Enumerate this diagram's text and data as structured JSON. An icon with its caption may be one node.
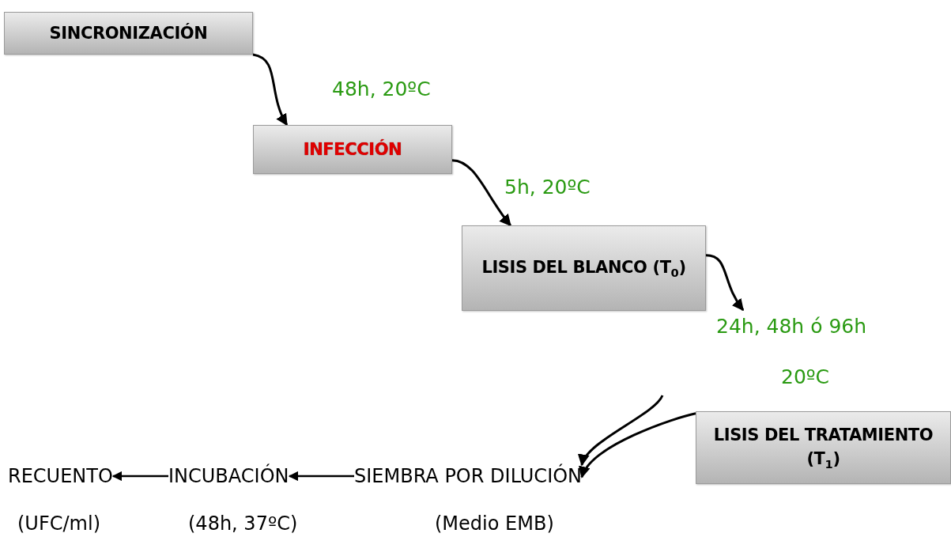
{
  "diagram": {
    "nodes": [
      {
        "text": [
          "SINCRONIZACIÓN"
        ]
      },
      {
        "text": [
          "INFECCIÓN"
        ]
      },
      {
        "text": [
          "LISIS DEL BLANCO (T$_{0}$)"
        ]
      },
      {
        "text": [
          "LISIS DEL TRATAMIENTO (T$_{1}$)"
        ]
      },
      {
        "text": [
          "RECUENTO"
        ],
        "beside": [
          "(UFC/ml)"
        ]
      },
      {
        "text": [
          "INCUBACIÓN"
        ],
        "beside": [
          "(48h, 37ºC)"
        ]
      },
      {
        "text": [
          "SIEMBRA POR DILUCIÓN"
        ],
        "beside": [
          "(Medio EMB)"
        ]
      }
    ],
    "edges": [
      {
        "from": 0,
        "to": 1,
        "arrow": "to",
        "label": "48h, 20ºC"
      },
      {
        "from": 1,
        "to": 2,
        "arrow": "to",
        "label": "5h, 20ºC"
      },
      {
        "from": 2,
        "to": null,
        "arrow": "to",
        "label": "24h, 48h ó 96h"
      },
      {
        "from": null,
        "to": 6,
        "arrow": "to"
      },
      {
        "from": 3,
        "to": 6,
        "arrow": "to"
      },
      {
        "from": 6,
        "to": 5,
        "arrow": "to"
      },
      {
        "from": 5,
        "to": 4,
        "arrow": "to"
      }
    ],
    "labels": [
      "20ºC"
    ]
  }
}
